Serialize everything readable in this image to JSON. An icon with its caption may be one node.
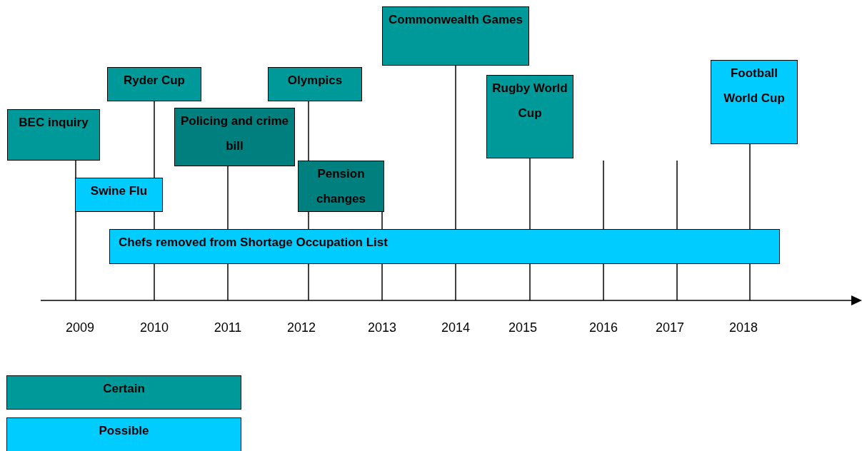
{
  "diagram": {
    "nodes": [
      {
        "text": [
          "BEC inquiry"
        ]
      },
      {
        "text": [
          "Swine Flu"
        ]
      },
      {
        "text": [
          "Ryder Cup"
        ]
      },
      {
        "text": [
          "Policing and crime bill"
        ]
      },
      {
        "text": [
          "Olympics"
        ]
      },
      {
        "text": [
          "Pension changes"
        ]
      },
      {
        "text": [
          "Commonwealth Games"
        ]
      },
      {
        "text": [
          "Rugby World Cup"
        ]
      },
      {
        "text": [
          "Football World Cup"
        ]
      },
      {
        "text": [
          "Chefs removed from Shortage Occupation List"
        ]
      },
      {
        "text": [],
        "shape": "arrow"
      }
    ],
    "edges": [
      {
        "from": 0,
        "to": 1,
        "arrow": "none"
      },
      {
        "from": 1,
        "to": 10,
        "arrow": "none"
      },
      {
        "from": 2,
        "to": 1,
        "arrow": "none"
      },
      {
        "from": 1,
        "to": 9,
        "arrow": "none"
      },
      {
        "from": 3,
        "to": 9,
        "arrow": "none"
      },
      {
        "from": 4,
        "to": 5,
        "arrow": "none"
      },
      {
        "from": 5,
        "to": 9,
        "arrow": "none"
      },
      {
        "from": 5,
        "to": 9,
        "arrow": "none"
      },
      {
        "from": 6,
        "to": 9,
        "arrow": "none"
      },
      {
        "from": 7,
        "to": 9,
        "arrow": "none"
      },
      {
        "from": null,
        "to": 9,
        "arrow": "none"
      },
      {
        "from": null,
        "to": 9,
        "arrow": "none"
      },
      {
        "from": 8,
        "to": 9,
        "arrow": "none"
      },
      {
        "from": 9,
        "to": 10,
        "arrow": "none"
      },
      {
        "from": 9,
        "to": 10,
        "arrow": "none"
      },
      {
        "from": 9,
        "to": 10,
        "arrow": "none"
      },
      {
        "from": 9,
        "to": 10,
        "arrow": "none"
      },
      {
        "from": 9,
        "to": 10,
        "arrow": "none"
      },
      {
        "from": 9,
        "to": 10,
        "arrow": "none"
      },
      {
        "from": 9,
        "to": 10,
        "arrow": "none"
      },
      {
        "from": 9,
        "to": 10,
        "arrow": "none"
      },
      {
        "from": 9,
        "to": 10,
        "arrow": "none"
      }
    ],
    "labels": [
      "2009",
      "2010",
      "2011",
      "2012",
      "2013",
      "2014",
      "2015",
      "2016",
      "2017",
      "2018"
    ],
    "legend": [
      {
        "text": "Certain",
        "color": "#009999"
      },
      {
        "text": "Possible",
        "color": "#00ccff"
      }
    ]
  }
}
